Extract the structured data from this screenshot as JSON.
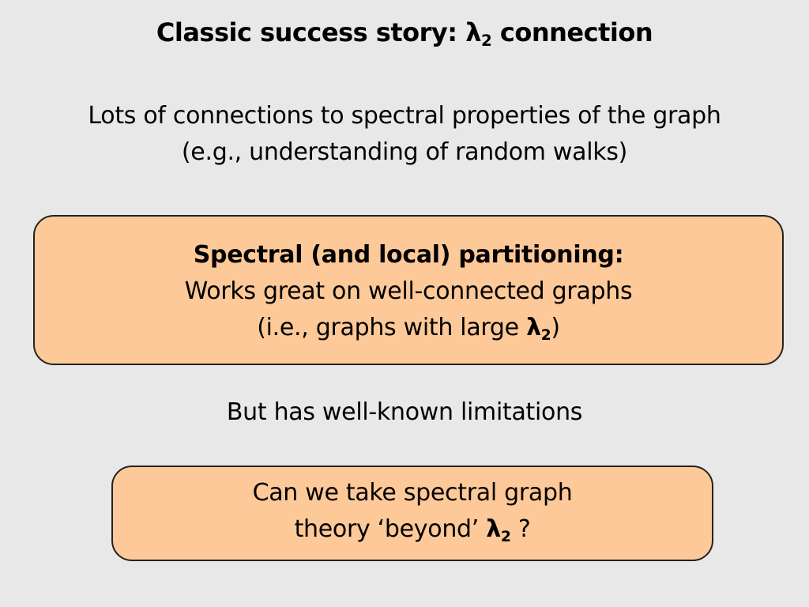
{
  "slide": {
    "title_prefix": "Classic success story: ",
    "title_lambda": "λ",
    "title_subscript": "2",
    "title_suffix": " connection",
    "intro_line1": "Lots of connections to spectral properties of the graph",
    "intro_line2": "(e.g., understanding of random walks)",
    "box1": {
      "heading": "Spectral (and local) partitioning:",
      "line2": "Works great on well-connected graphs",
      "line3_prefix": "(i.e., graphs with large ",
      "lambda": "λ",
      "subscript": "2",
      "line3_suffix": ")"
    },
    "middle_text": "But has well-known limitations",
    "box2": {
      "line1": "Can we take spectral graph",
      "line2_prefix": "theory ‘beyond’ ",
      "lambda": "λ",
      "subscript": "2",
      "line2_suffix": " ?"
    },
    "colors": {
      "background": "#e8e8e8",
      "box_fill": "#fdc998",
      "box_border": "#222222"
    }
  }
}
